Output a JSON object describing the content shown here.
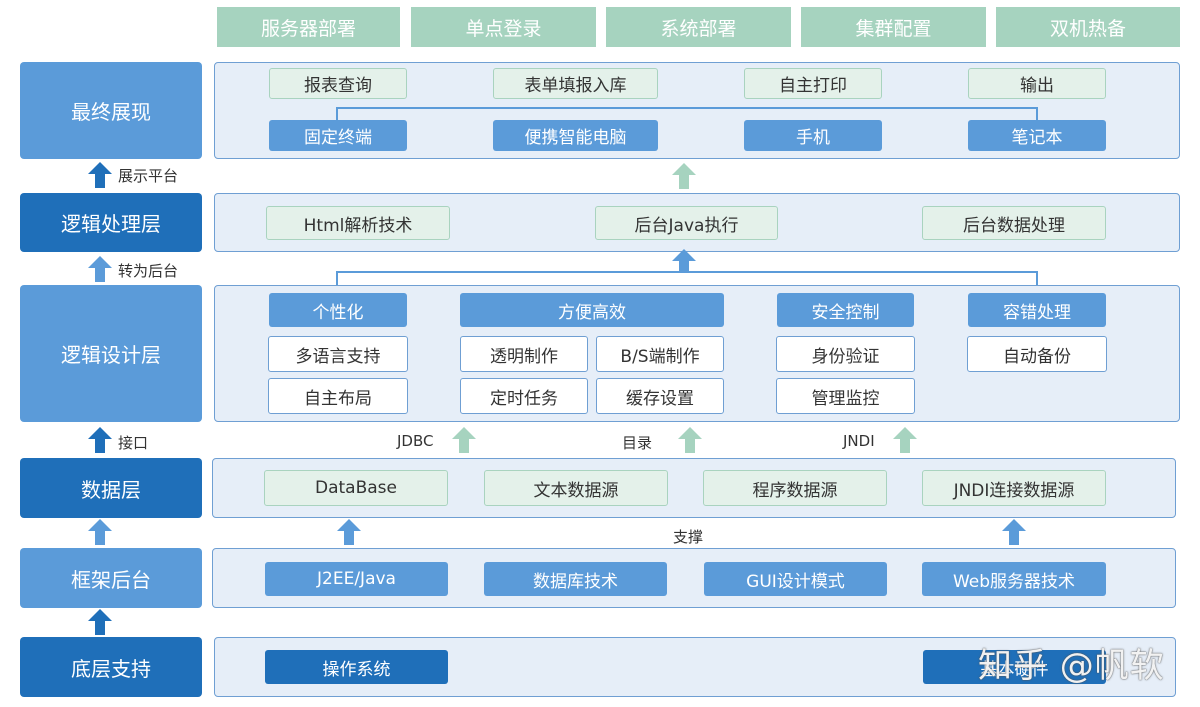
{
  "top_items": [
    "服务器部署",
    "单点登录",
    "系统部署",
    "集群配置",
    "双机热备"
  ],
  "layers": {
    "final_display": "最终展现",
    "logic_processing": "逻辑处理层",
    "logic_design": "逻辑设计层",
    "data": "数据层",
    "framework": "框架后台",
    "base_support": "底层支持"
  },
  "side_labels": {
    "display_platform": "展示平台",
    "to_backend": "转为后台",
    "interface": "接口"
  },
  "final_display": {
    "functions": [
      "报表查询",
      "表单填报入库",
      "自主打印",
      "输出"
    ],
    "devices": [
      "固定终端",
      "便携智能电脑",
      "手机",
      "笔记本"
    ]
  },
  "logic_processing": {
    "items": [
      "Html解析技术",
      "后台Java执行",
      "后台数据处理"
    ]
  },
  "logic_design": {
    "personalization": {
      "title": "个性化",
      "items": [
        "多语言支持",
        "自主布局"
      ]
    },
    "efficiency": {
      "title": "方便高效",
      "items": [
        "透明制作",
        "B/S端制作",
        "定时任务",
        "缓存设置"
      ]
    },
    "security": {
      "title": "安全控制",
      "items": [
        "身份验证",
        "管理监控"
      ]
    },
    "fault_tolerance": {
      "title": "容错处理",
      "items": [
        "自动备份"
      ]
    }
  },
  "connectors": {
    "jdbc": "JDBC",
    "catalog": "目录",
    "jndi": "JNDI",
    "support": "支撑"
  },
  "data_layer": {
    "items": [
      "DataBase",
      "文本数据源",
      "程序数据源",
      "JNDI连接数据源"
    ]
  },
  "framework": {
    "items": [
      "J2EE/Java",
      "数据库技术",
      "GUI设计模式",
      "Web服务器技术"
    ]
  },
  "base_support": {
    "items": [
      "操作系统",
      "基本硬件"
    ]
  },
  "watermark": "知乎 @帆软",
  "colors": {
    "green_fill": "#a6d3bf",
    "light_blue": "#5b9bd9",
    "dark_blue": "#1f6fb9",
    "panel_fill": "#e6eef8",
    "green_arrow": "#a6d3bf"
  }
}
